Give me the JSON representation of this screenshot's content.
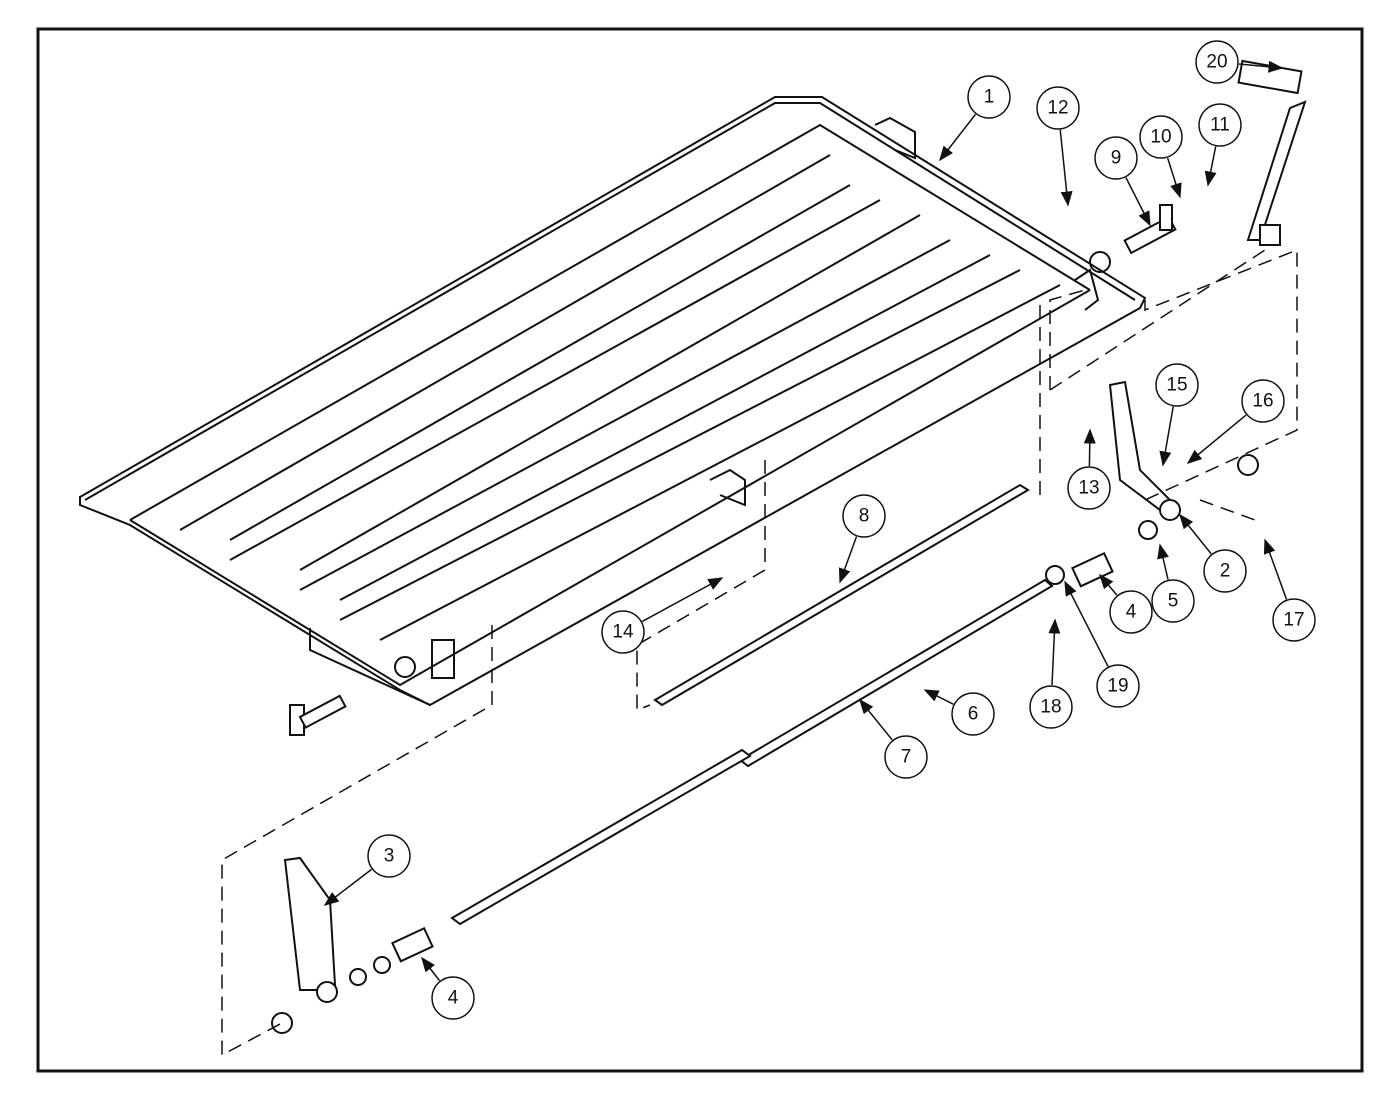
{
  "diagram": {
    "type": "exploded-parts-diagram",
    "callouts": [
      "1",
      "12",
      "9",
      "10",
      "11",
      "20",
      "15",
      "16",
      "13",
      "2",
      "5",
      "4",
      "17",
      "8",
      "14",
      "19",
      "18",
      "6",
      "7",
      "3",
      "4"
    ]
  }
}
